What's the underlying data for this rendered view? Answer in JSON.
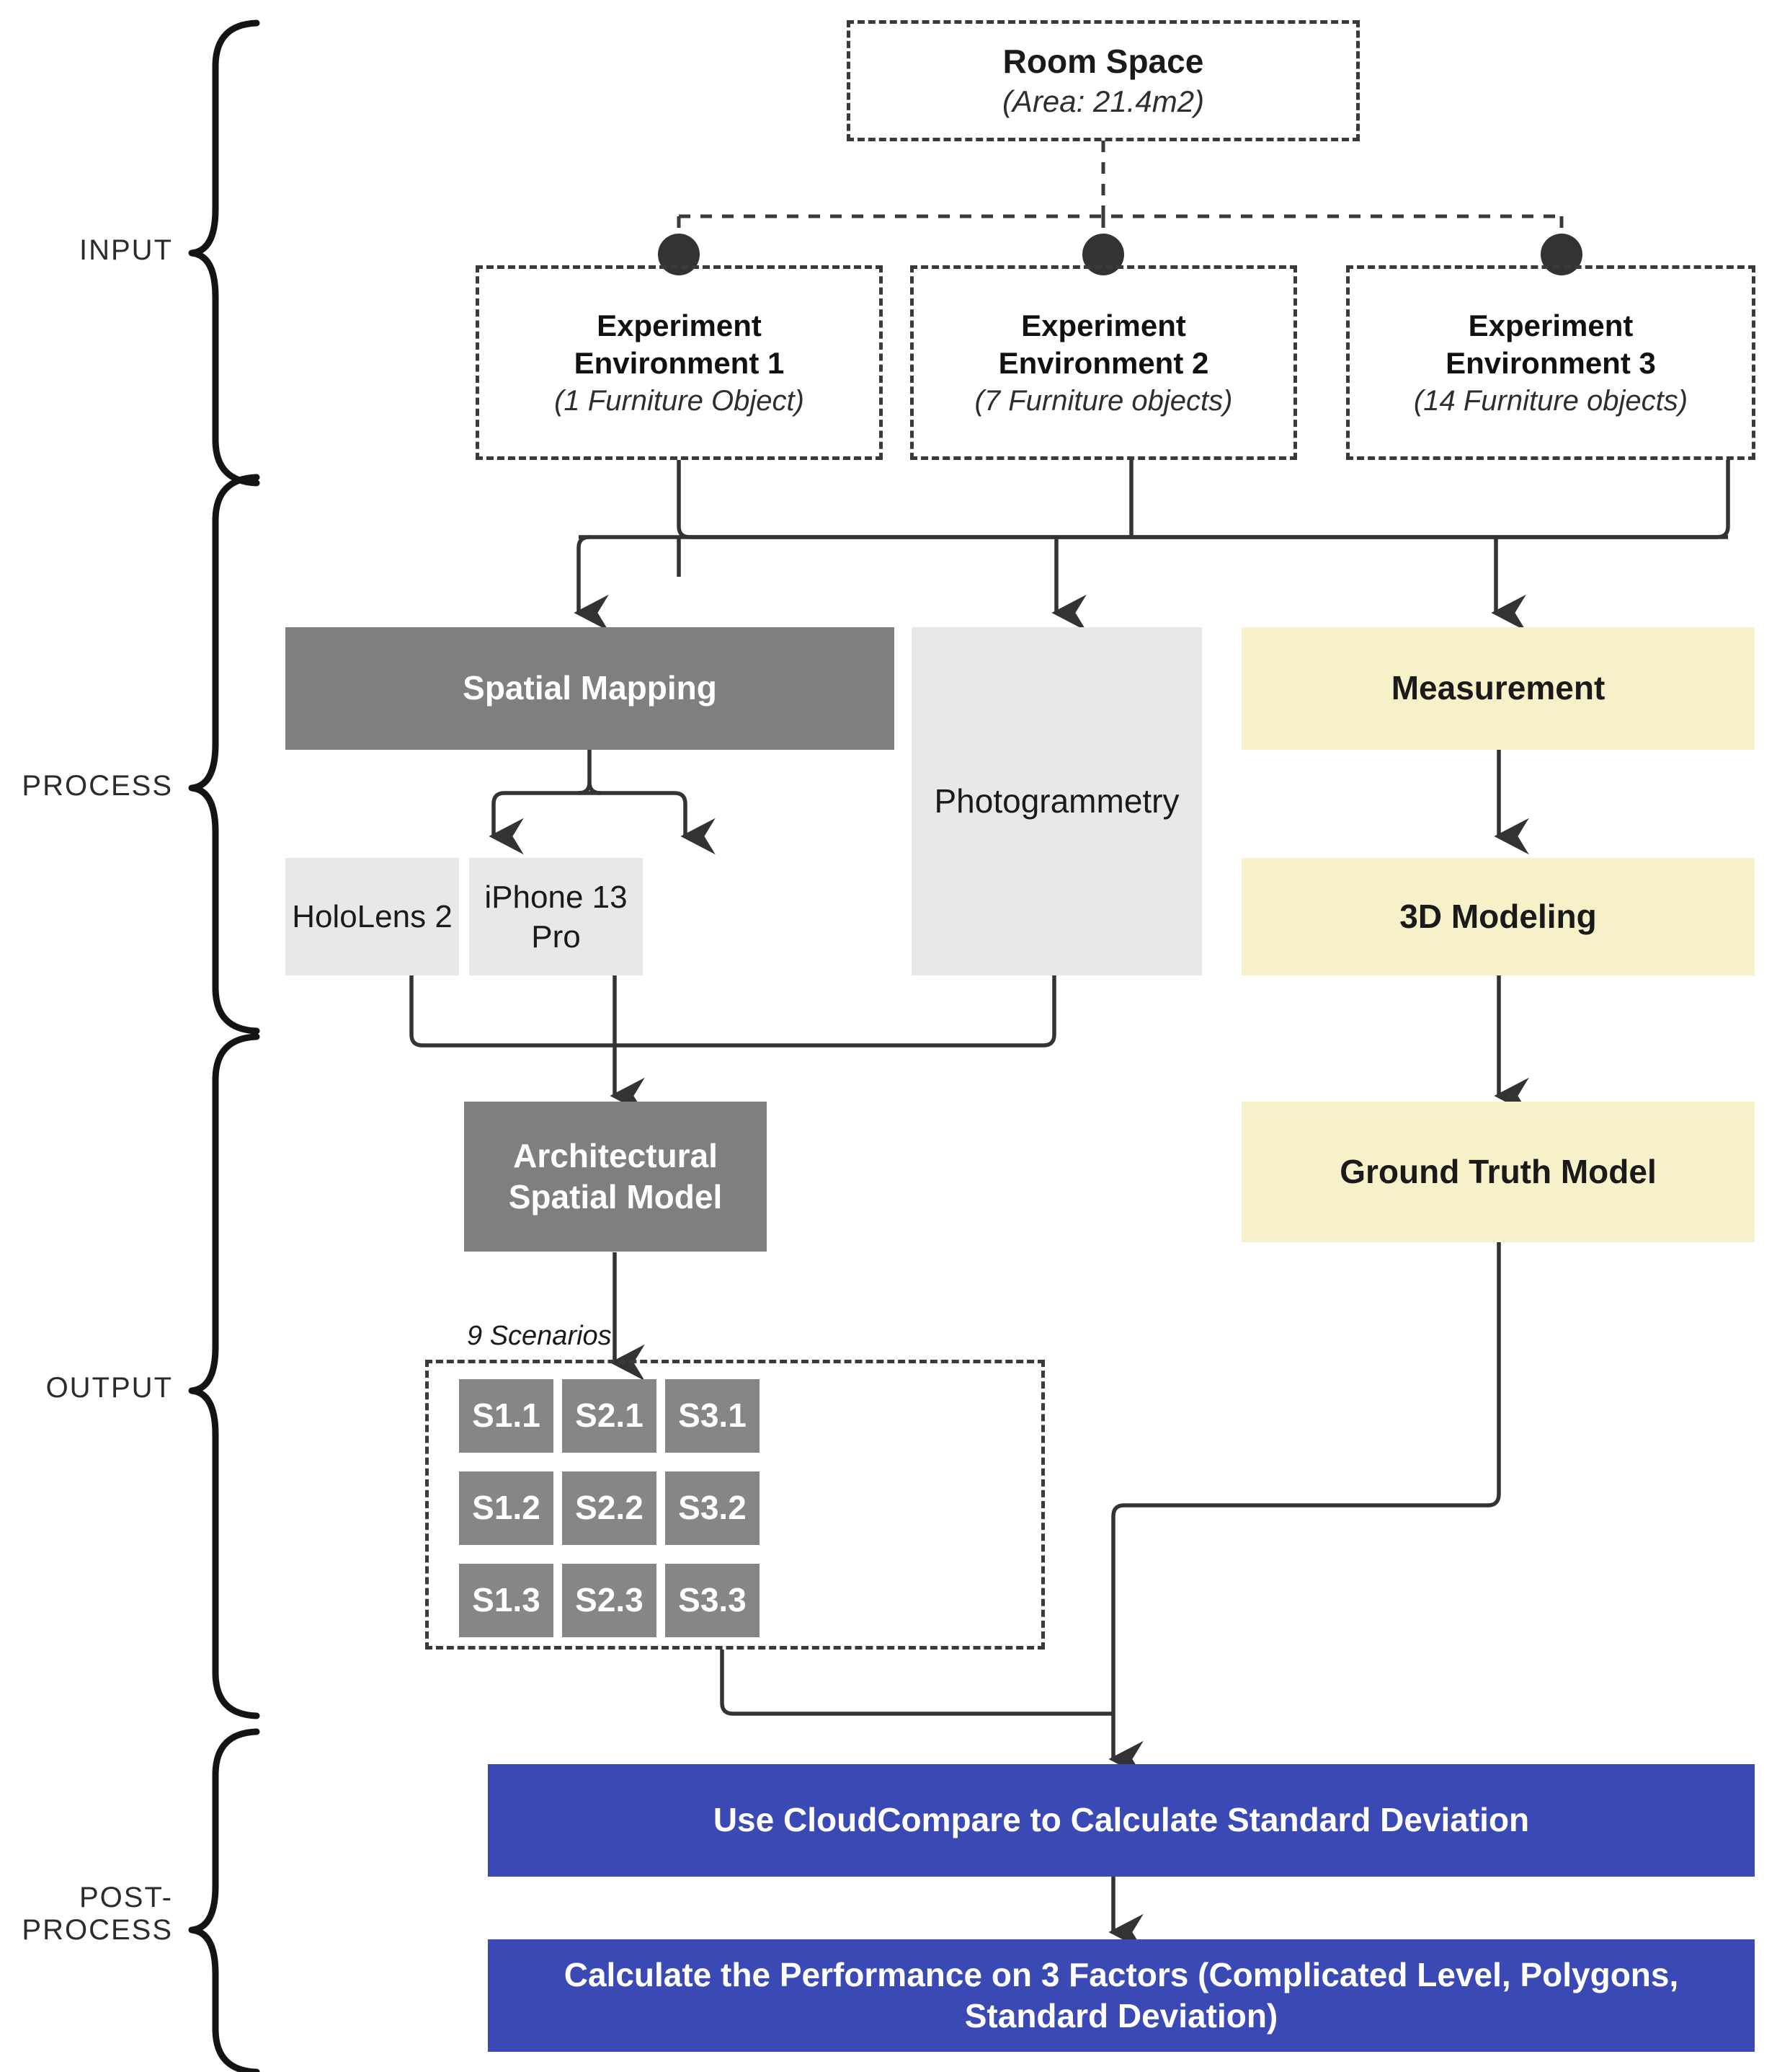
{
  "stages": [
    {
      "key": "input",
      "label": "INPUT"
    },
    {
      "key": "process",
      "label": "PROCESS"
    },
    {
      "key": "output",
      "label": "OUTPUT"
    },
    {
      "key": "postprocess",
      "label": "POST-\nPROCESS"
    },
    {
      "key": "postprocess_line1",
      "label": "POST-"
    },
    {
      "key": "postprocess_line2",
      "label": "PROCESS"
    }
  ],
  "input": {
    "room": {
      "title": "Room Space",
      "sub": "(Area: 21.4m2)"
    },
    "environments": [
      {
        "title": "Experiment\nEnvironment 1",
        "line1": "Experiment",
        "line2": "Environment 1",
        "sub": "(1 Furniture Object)"
      },
      {
        "title": "Experiment\nEnvironment 2",
        "line1": "Experiment",
        "line2": "Environment 2",
        "sub": "(7 Furniture objects)"
      },
      {
        "title": "Experiment\nEnvironment 3",
        "line1": "Experiment",
        "line2": "Environment 3",
        "sub": "(14 Furniture objects)"
      }
    ]
  },
  "process": {
    "spatial_mapping": "Spatial Mapping",
    "photogrammetry": "Photogrammetry",
    "measurement": "Measurement",
    "hololens": "HoloLens 2",
    "iphone": "iPhone 13 Pro",
    "modeling_3d": "3D Modeling"
  },
  "output": {
    "architectural_model": "Architectural Spatial Model",
    "ground_truth_model": "Ground Truth Model",
    "scenarios_caption": "9 Scenarios",
    "scenarios": [
      [
        "S1.1",
        "S2.1",
        "S3.1"
      ],
      [
        "S1.2",
        "S2.2",
        "S3.2"
      ],
      [
        "S1.3",
        "S2.3",
        "S3.3"
      ]
    ]
  },
  "postprocess": {
    "cloudcompare": "Use CloudCompare to Calculate Standard Deviation",
    "performance": "Calculate the Performance on 3 Factors (Complicated Level, Polygons, Standard Deviation)"
  },
  "colors": {
    "grey_dark": "#7f7f7f",
    "grey_tile": "#868686",
    "grey_light": "#e8e8e8",
    "yellow": "#f6f1c8",
    "blue": "#3b49b5",
    "stroke": "#3a3a3a",
    "text_light": "#ffffff",
    "text_dark": "#1a1a1a"
  },
  "icons": {
    "junction_dot": "filled-circle",
    "arrow": "arrow-down"
  }
}
